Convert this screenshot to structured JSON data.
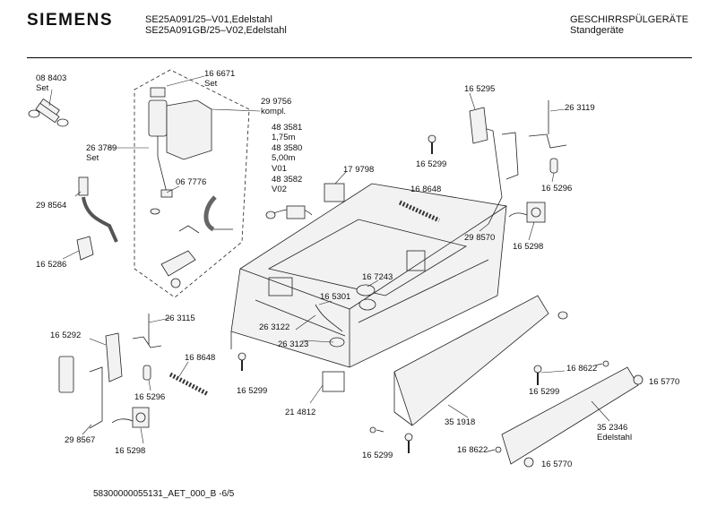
{
  "header": {
    "brand": "SIEMENS",
    "model_line_1": "SE25A091/25–V01,Edelstahl",
    "model_line_2": "SE25A091GB/25–V02,Edelstahl",
    "category": "GESCHIRRSPÜLGERÄTE",
    "subcategory": "Standgeräte"
  },
  "labels": {
    "p088403": "08 8403",
    "set1": "Set",
    "p166671": "16 6671",
    "set2": "Set",
    "p299756": "29 9756",
    "kompl": "kompl.",
    "p263789": "26 3789",
    "set3": "Set",
    "p483581": "48 3581",
    "len175": "1,75m",
    "p483580": "48 3580",
    "len500": "5,00m",
    "v01": "V01",
    "p483582": "48 3582",
    "v02": "V02",
    "p179798": "17 9798",
    "p067776": "06 7776",
    "p298564": "29 8564",
    "p165286": "16 5286",
    "p165295": "16 5295",
    "p263119": "26 3119",
    "p165299a": "16 5299",
    "p165296a": "16 5296",
    "p168648a": "16 8648",
    "p298570": "29 8570",
    "p165298a": "16 5298",
    "p167243": "16 7243",
    "p165301": "16 5301",
    "p263122": "26 3122",
    "p263123": "26 3123",
    "p263115": "26 3115",
    "p165292": "16 5292",
    "p168648b": "16 8648",
    "p165296b": "16 5296",
    "p165299b": "16 5299",
    "p298567": "29 8567",
    "p165298b": "16 5298",
    "p214812": "21 4812",
    "p351918": "35 1918",
    "p165299c": "16 5299",
    "p168622a": "16 8622",
    "p165299d": "16 5299",
    "p165770a": "16 5770",
    "p168622b": "16 8622",
    "p165770b": "16 5770",
    "p352346": "35 2346",
    "edelstahl": "Edelstahl"
  },
  "footer": "58300000055131_AET_000_B  -6/5"
}
